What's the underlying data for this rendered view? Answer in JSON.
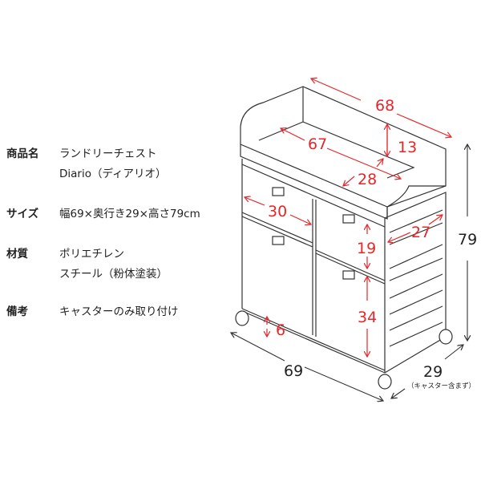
{
  "specs": [
    {
      "label": "商品名",
      "lines": [
        "ランドリーチェスト",
        "Diario（ディアリオ）"
      ]
    },
    {
      "label": "サイズ",
      "lines": [
        "幅69×奥行き29×高さ79cm"
      ]
    },
    {
      "label": "材質",
      "lines": [
        "ポリエチレン",
        "スチール（粉体塗装）"
      ]
    },
    {
      "label": "備考",
      "lines": [
        "キャスターのみ取り付け"
      ]
    }
  ],
  "dimensions": {
    "top_outer_width": "68",
    "top_inner_width": "67",
    "top_depth_inner": "28",
    "top_tray_height": "13",
    "drawer_small_width": "30",
    "drawer_depth": "27",
    "drawer_small_height": "19",
    "drawer_large_height": "34",
    "floor_clearance": "6",
    "total_height": "79",
    "total_width": "69",
    "total_depth": "29",
    "depth_note": "（キャスター含まず）"
  },
  "colors": {
    "dimension_red": "#e8262a",
    "line_dark": "#333333",
    "text": "#222222"
  }
}
